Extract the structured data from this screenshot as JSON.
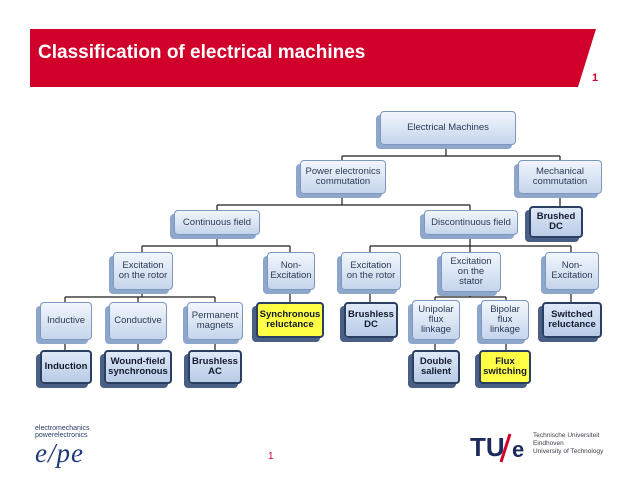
{
  "header": {
    "title": "Classification of electrical machines",
    "slide_number": "1",
    "accent_color": "#d1002a"
  },
  "diagram": {
    "root": "Electrical Machines",
    "power_electronics": [
      "Power electronics",
      "commutation"
    ],
    "mechanical": [
      "Mechanical",
      "commutation"
    ],
    "brushed_dc": [
      "Brushed",
      "DC"
    ],
    "continuous": "Continuous field",
    "discontinuous": "Discontinuous field",
    "exc_rotor_cont": [
      "Excitation",
      "on the rotor"
    ],
    "non_exc_cont": [
      "Non-",
      "Excitation"
    ],
    "exc_rotor_disc": [
      "Excitation",
      "on the rotor"
    ],
    "exc_stator": [
      "Excitation",
      "on the",
      "stator"
    ],
    "non_exc_disc": [
      "Non-",
      "Excitation"
    ],
    "inductive": "Inductive",
    "conductive": "Conductive",
    "permanent": [
      "Permanent",
      "magnets"
    ],
    "sync_reluctance": [
      "Synchronous",
      "reluctance"
    ],
    "brushless_dc": [
      "Brushless",
      "DC"
    ],
    "unipolar": [
      "Unipolar",
      "flux",
      "linkage"
    ],
    "bipolar": [
      "Bipolar",
      "flux",
      "linkage"
    ],
    "switched_reluctance": [
      "Switched",
      "reluctance"
    ],
    "induction": "Induction",
    "wound_field": [
      "Wound-field",
      "synchronous"
    ],
    "brushless_ac": [
      "Brushless",
      "AC"
    ],
    "double_salient": [
      "Double",
      "salient"
    ],
    "flux_switching": [
      "Flux",
      "switching"
    ],
    "highlight_color": "#ffff45"
  },
  "footer": {
    "page_number": "1",
    "epe_line1": "electromechanics",
    "epe_line2": "powerelectronics",
    "epe_mark": "e/pe",
    "tue_line1": "Technische Universiteit",
    "tue_line2": "Eindhoven",
    "tue_line3": "University of Technology"
  }
}
